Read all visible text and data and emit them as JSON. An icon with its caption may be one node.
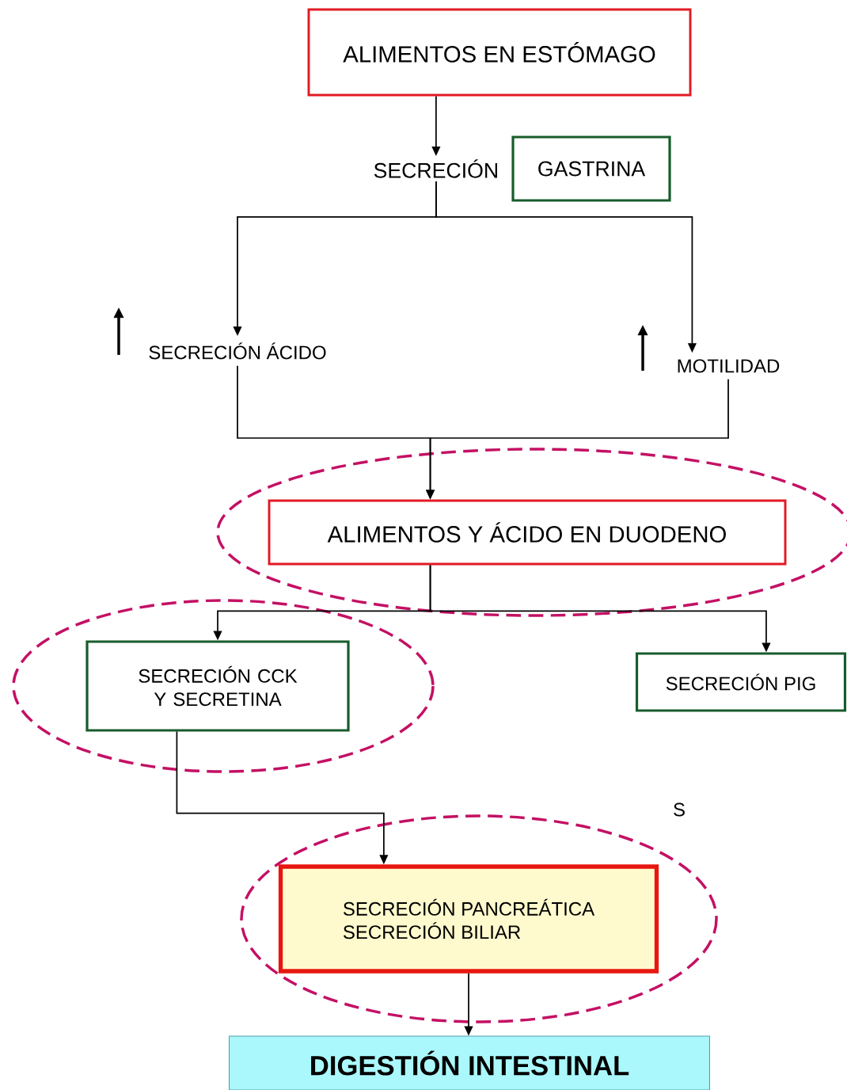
{
  "diagram": {
    "nodes": [
      {
        "text": [
          "ALIMENTOS EN ESTÓMAGO"
        ]
      },
      {
        "text": [
          "GASTRINA"
        ],
        "beside": [
          "SECRECIÓN"
        ]
      },
      {
        "text": [
          "SECRECIÓN ÁCIDO"
        ]
      },
      {
        "text": [
          "MOTILIDAD"
        ]
      },
      {
        "text": [
          "ALIMENTOS Y ÁCIDO EN DUODENO"
        ]
      },
      {
        "text": [
          "SECRECIÓN CCK Y SECRETINA"
        ]
      },
      {
        "text": [
          "SECRECIÓN PIG"
        ]
      },
      {
        "text": [
          "SECRECIÓN PANCREÁTICA",
          "SECRECIÓN BILIAR"
        ]
      },
      {
        "text": [
          "DIGESTIÓN INTESTINAL"
        ]
      }
    ],
    "edges": [
      {
        "from": 0,
        "to": 1,
        "arrow": "to"
      },
      {
        "from": 1,
        "to": 2,
        "arrow": "to"
      },
      {
        "from": 1,
        "to": 3,
        "arrow": "to"
      },
      {
        "from": 2,
        "to": 4,
        "arrow": "to"
      },
      {
        "from": 3,
        "to": 4,
        "arrow": "to"
      },
      {
        "from": 4,
        "to": 5,
        "arrow": "to"
      },
      {
        "from": 4,
        "to": 6,
        "arrow": "to"
      },
      {
        "from": 5,
        "to": 7,
        "arrow": "to"
      },
      {
        "from": 7,
        "to": 8,
        "arrow": "to"
      }
    ],
    "labels": [
      "S"
    ]
  }
}
